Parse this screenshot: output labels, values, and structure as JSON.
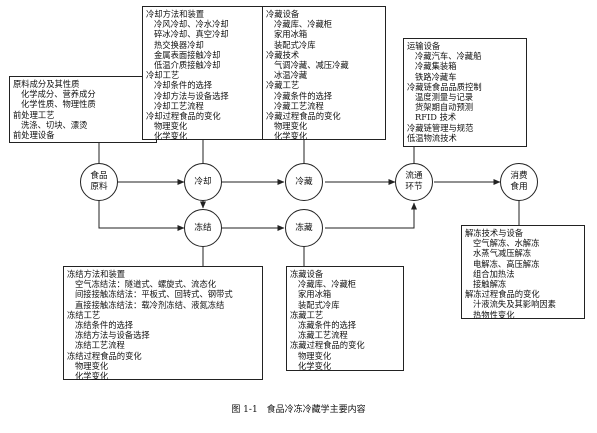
{
  "nodes": {
    "food": "食品原料",
    "cooling": "冷却",
    "freezing": "冻结",
    "cold_storage": "冷藏",
    "frozen_storage": "冻藏",
    "distribution": "流通环节",
    "consumption": "消费食用"
  },
  "boxes": {
    "raw_materials": [
      {
        "text": "原料成分及其性质",
        "indent": 0
      },
      {
        "text": "化学成分、营养成分",
        "indent": 1
      },
      {
        "text": "化学性质、物理性质",
        "indent": 1
      },
      {
        "text": "前处理工艺",
        "indent": 0
      },
      {
        "text": "洗涤、切块、漂烫",
        "indent": 1
      },
      {
        "text": "前处理设备",
        "indent": 0
      }
    ],
    "cooling": [
      {
        "text": "冷却方法和装置",
        "indent": 0
      },
      {
        "text": "冷风冷却、冷水冷却",
        "indent": 1
      },
      {
        "text": "碎冰冷却、真空冷却",
        "indent": 1
      },
      {
        "text": "热交换器冷却",
        "indent": 1
      },
      {
        "text": "金属表面接触冷却",
        "indent": 1
      },
      {
        "text": "低温介质接触冷却",
        "indent": 1
      },
      {
        "text": "冷却工艺",
        "indent": 0
      },
      {
        "text": "冷却条件的选择",
        "indent": 1
      },
      {
        "text": "冷却方法与设备选择",
        "indent": 1
      },
      {
        "text": "冷却工艺流程",
        "indent": 1
      },
      {
        "text": "冷却过程食品的变化",
        "indent": 0
      },
      {
        "text": "物理变化",
        "indent": 1
      },
      {
        "text": "化学变化",
        "indent": 1
      }
    ],
    "cold_storage": [
      {
        "text": "冷藏设备",
        "indent": 0
      },
      {
        "text": "冷藏库、冷藏柜",
        "indent": 1
      },
      {
        "text": "家用冰箱",
        "indent": 1
      },
      {
        "text": "装配式冷库",
        "indent": 1
      },
      {
        "text": "冷藏技术",
        "indent": 0
      },
      {
        "text": "气调冷藏、减压冷藏",
        "indent": 1
      },
      {
        "text": "冰温冷藏",
        "indent": 1
      },
      {
        "text": "冷藏工艺",
        "indent": 0
      },
      {
        "text": "冷藏条件的选择",
        "indent": 1
      },
      {
        "text": "冷藏工艺流程",
        "indent": 1
      },
      {
        "text": "冷藏过程食品的变化",
        "indent": 0
      },
      {
        "text": "物理变化",
        "indent": 1
      },
      {
        "text": "化学变化",
        "indent": 1
      }
    ],
    "transport": [
      {
        "text": "运输设备",
        "indent": 0
      },
      {
        "text": "冷藏汽车、冷藏船",
        "indent": 1
      },
      {
        "text": "冷藏集装箱",
        "indent": 1
      },
      {
        "text": "铁路冷藏车",
        "indent": 1
      },
      {
        "text": "冷藏链食品品质控制",
        "indent": 0
      },
      {
        "text": "温度测量与记录",
        "indent": 1
      },
      {
        "text": "货架期自动预测",
        "indent": 1
      },
      {
        "text": "RFID 技术",
        "indent": 1
      },
      {
        "text": "冷藏链管理与规范",
        "indent": 0
      },
      {
        "text": "低温物流技术",
        "indent": 0
      }
    ],
    "freezing": [
      {
        "text": "冻结方法和装置",
        "indent": 0
      },
      {
        "text": "空气冻结法：隧道式、螺旋式、流态化",
        "indent": 1
      },
      {
        "text": "间接接触冻结法：平板式、回转式、钢带式",
        "indent": 1
      },
      {
        "text": "直接接触冻结法：载冷剂冻结、液氮冻结",
        "indent": 1
      },
      {
        "text": "冻结工艺",
        "indent": 0
      },
      {
        "text": "冻结条件的选择",
        "indent": 1
      },
      {
        "text": "冻结方法与设备选择",
        "indent": 1
      },
      {
        "text": "冻结工艺流程",
        "indent": 1
      },
      {
        "text": "冻结过程食品的变化",
        "indent": 0
      },
      {
        "text": "物理变化",
        "indent": 1
      },
      {
        "text": "化学变化",
        "indent": 1
      }
    ],
    "frozen_storage": [
      {
        "text": "冻藏设备",
        "indent": 0
      },
      {
        "text": "冷藏库、冷藏柜",
        "indent": 1
      },
      {
        "text": "家用冰箱",
        "indent": 1
      },
      {
        "text": "装配式冷库",
        "indent": 1
      },
      {
        "text": "冻藏工艺",
        "indent": 0
      },
      {
        "text": "冻藏条件的选择",
        "indent": 1
      },
      {
        "text": "冻藏工艺流程",
        "indent": 1
      },
      {
        "text": "冻藏过程食品的变化",
        "indent": 0
      },
      {
        "text": "物理变化",
        "indent": 1
      },
      {
        "text": "化学变化",
        "indent": 1
      }
    ],
    "thawing": [
      {
        "text": "解冻技术与设备",
        "indent": 0
      },
      {
        "text": "空气解冻、水解冻",
        "indent": 1
      },
      {
        "text": "水蒸气减压解冻",
        "indent": 1
      },
      {
        "text": "电解冻、高压解冻",
        "indent": 1
      },
      {
        "text": "组合加热法",
        "indent": 1
      },
      {
        "text": "接触解冻",
        "indent": 1
      },
      {
        "text": "解冻过程食品的变化",
        "indent": 0
      },
      {
        "text": "汁液流失及其影响因素",
        "indent": 1
      },
      {
        "text": "热物性变化",
        "indent": 1
      }
    ]
  },
  "caption": "图 1-1　食品冷冻冷藏学主要内容"
}
